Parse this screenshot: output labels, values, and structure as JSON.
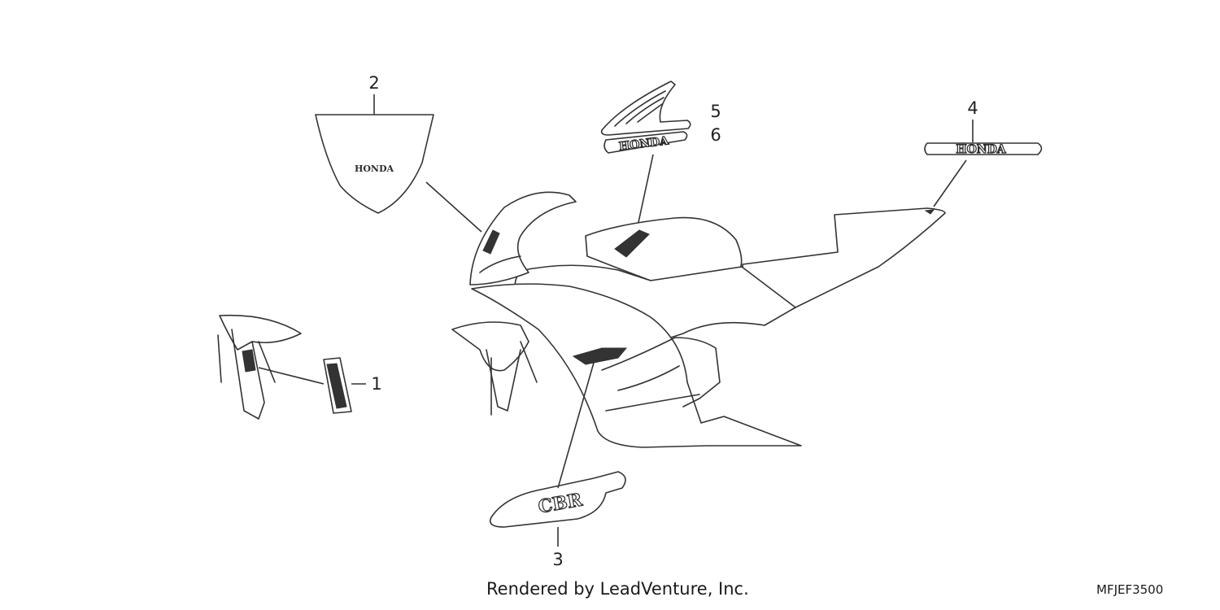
{
  "diagram": {
    "callouts": [
      "1",
      "2",
      "3",
      "4",
      "5",
      "6"
    ],
    "decal_text": {
      "windscreen": "HONDA",
      "tank_wing": "HONDA",
      "tail": "HONDA",
      "fairing": "CBR"
    }
  },
  "footer": {
    "credit": "Rendered by LeadVenture, Inc.",
    "code": "MFJEF3500"
  }
}
